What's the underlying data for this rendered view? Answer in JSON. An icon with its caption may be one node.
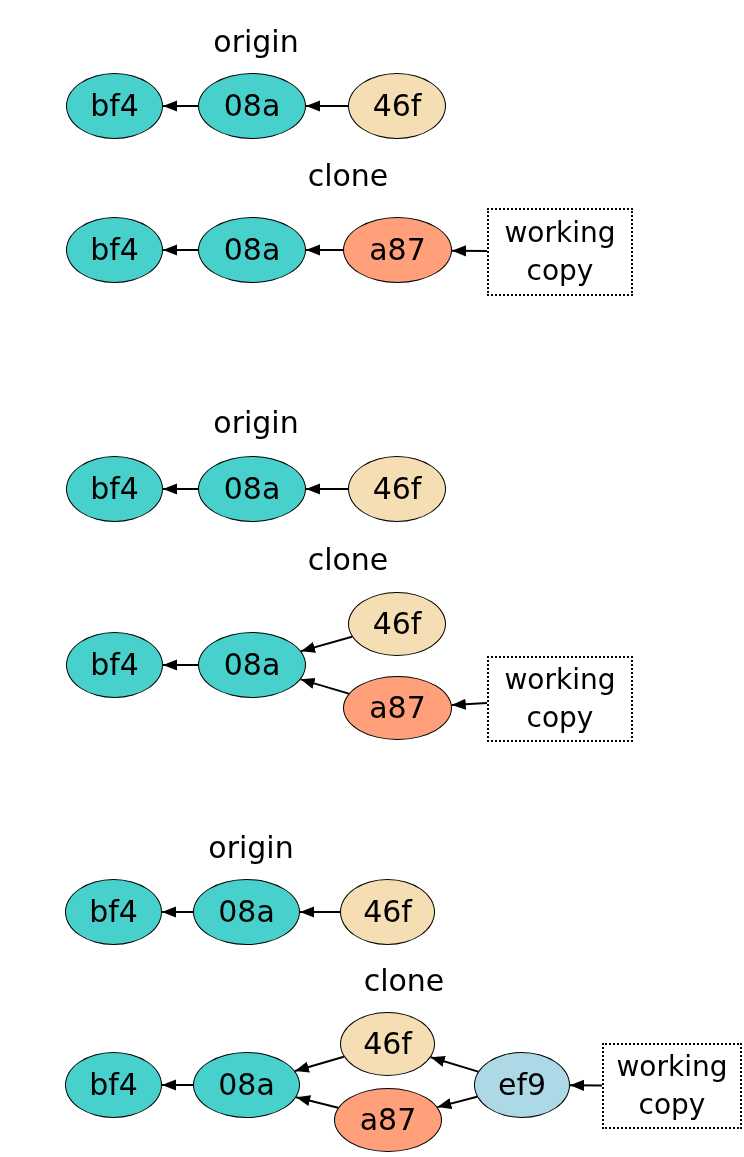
{
  "diagram": {
    "nodes": [
      {
        "text": [
          "bf4"
        ]
      },
      {
        "text": [
          "08a"
        ]
      },
      {
        "text": [
          "46f"
        ]
      },
      {
        "text": [
          "bf4"
        ]
      },
      {
        "text": [
          "08a"
        ]
      },
      {
        "text": [
          "a87"
        ]
      },
      {
        "text": [
          "working copy"
        ]
      },
      {
        "text": [
          "bf4"
        ]
      },
      {
        "text": [
          "08a"
        ]
      },
      {
        "text": [
          "46f"
        ]
      },
      {
        "text": [
          "bf4"
        ]
      },
      {
        "text": [
          "08a"
        ]
      },
      {
        "text": [
          "46f"
        ]
      },
      {
        "text": [
          "a87"
        ]
      },
      {
        "text": [
          "working copy"
        ]
      },
      {
        "text": [
          "bf4"
        ]
      },
      {
        "text": [
          "08a"
        ]
      },
      {
        "text": [
          "46f"
        ]
      },
      {
        "text": [
          "bf4"
        ]
      },
      {
        "text": [
          "08a"
        ]
      },
      {
        "text": [
          "46f"
        ]
      },
      {
        "text": [
          "a87"
        ]
      },
      {
        "text": [
          "ef9"
        ]
      },
      {
        "text": [
          "working copy"
        ]
      }
    ],
    "edges": [
      {
        "from": 1,
        "to": 0,
        "arrow": "to"
      },
      {
        "from": 2,
        "to": 1,
        "arrow": "to"
      },
      {
        "from": 4,
        "to": 3,
        "arrow": "to"
      },
      {
        "from": 5,
        "to": 4,
        "arrow": "to"
      },
      {
        "from": 6,
        "to": 5,
        "arrow": "to"
      },
      {
        "from": 8,
        "to": 7,
        "arrow": "to"
      },
      {
        "from": 9,
        "to": 8,
        "arrow": "to"
      },
      {
        "from": 11,
        "to": 10,
        "arrow": "to"
      },
      {
        "from": 12,
        "to": 11,
        "arrow": "to"
      },
      {
        "from": 13,
        "to": 11,
        "arrow": "to"
      },
      {
        "from": 14,
        "to": 13,
        "arrow": "to"
      },
      {
        "from": 16,
        "to": 15,
        "arrow": "to"
      },
      {
        "from": 17,
        "to": 16,
        "arrow": "to"
      },
      {
        "from": 19,
        "to": 18,
        "arrow": "to"
      },
      {
        "from": 20,
        "to": 19,
        "arrow": "to"
      },
      {
        "from": 21,
        "to": 19,
        "arrow": "to"
      },
      {
        "from": 22,
        "to": 20,
        "arrow": "to"
      },
      {
        "from": 22,
        "to": 21,
        "arrow": "to"
      },
      {
        "from": 23,
        "to": 22,
        "arrow": "to"
      }
    ],
    "labels": [
      "origin",
      "clone",
      "origin",
      "clone",
      "origin",
      "clone"
    ]
  }
}
